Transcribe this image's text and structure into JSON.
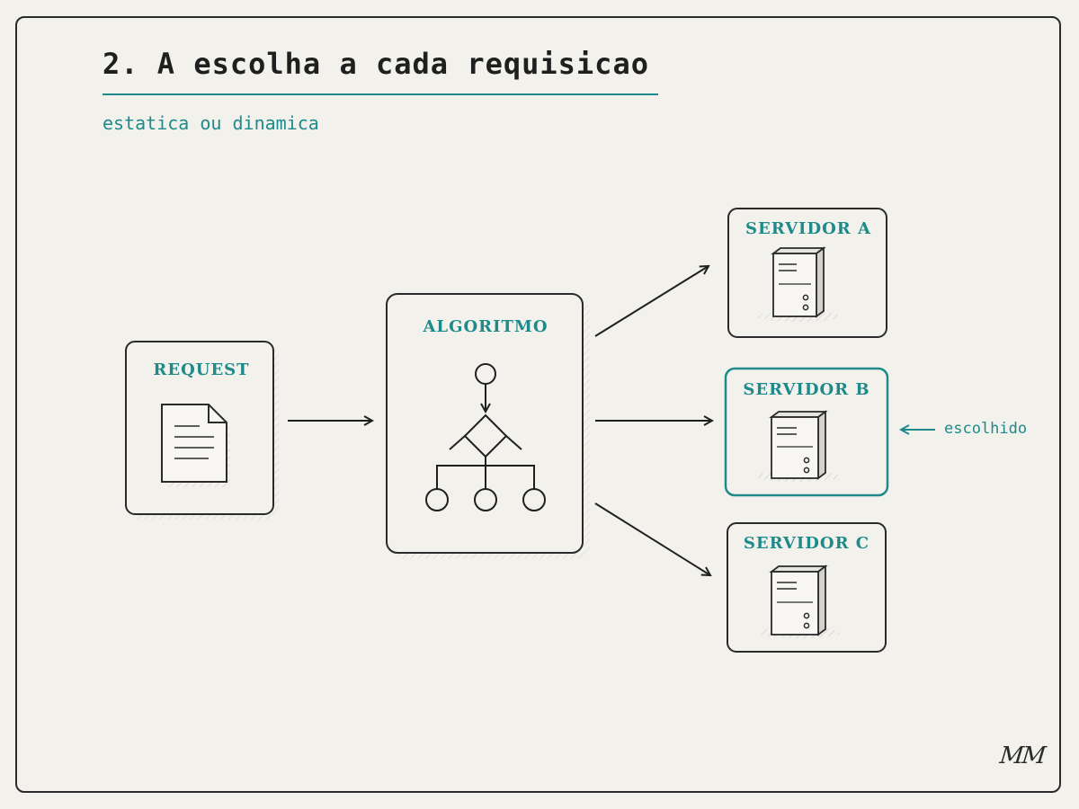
{
  "title": "2. A escolha a cada requisicao",
  "subtitle": "estatica ou dinamica",
  "nodes": {
    "request": "REQUEST",
    "algorithm": "ALGORITMO",
    "server_a": "SERVIDOR A",
    "server_b": "SERVIDOR B",
    "server_c": "SERVIDOR C"
  },
  "chosen_annotation": "escolhido",
  "signature": "MM",
  "colors": {
    "accent": "#1e8a8a",
    "ink": "#1f1f1f",
    "paper": "#f3f1ec"
  }
}
